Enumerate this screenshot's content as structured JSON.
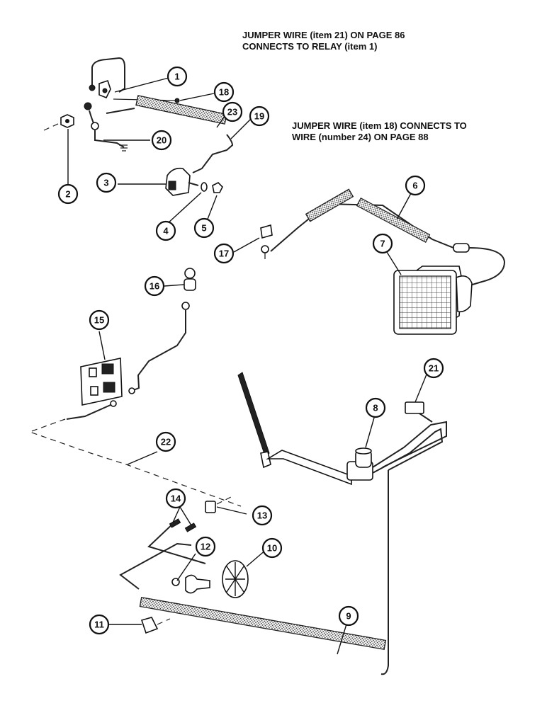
{
  "notes": {
    "jumper_21_line1": "JUMPER WIRE (item 21) ON PAGE 86",
    "jumper_21_line2": "CONNECTS TO RELAY (item 1)",
    "jumper_18_line1": "JUMPER WIRE (item 18) CONNECTS TO",
    "jumper_18_line2": "WIRE (number 24) ON PAGE  88"
  },
  "callouts": [
    "1",
    "2",
    "3",
    "4",
    "5",
    "6",
    "7",
    "8",
    "9",
    "10",
    "11",
    "12",
    "13",
    "14",
    "15",
    "16",
    "17",
    "18",
    "19",
    "20",
    "21",
    "22",
    "23"
  ]
}
